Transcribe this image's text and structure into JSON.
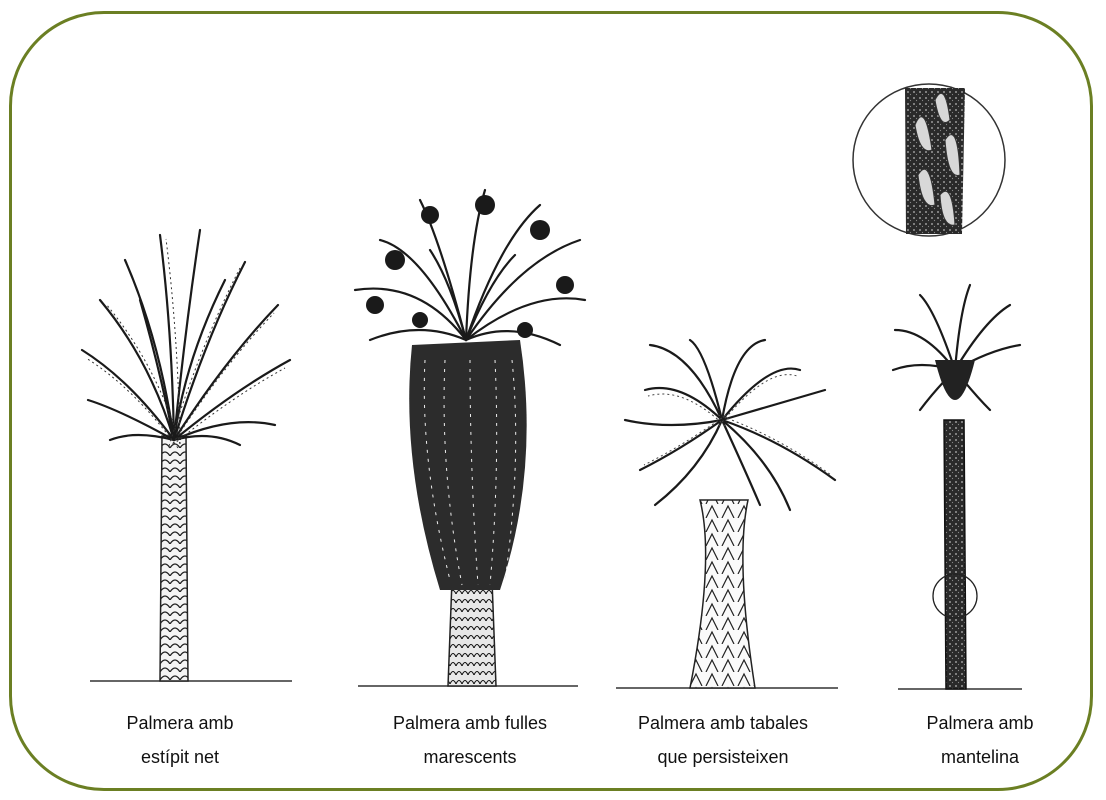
{
  "palms": [
    {
      "line1": "Palmera amb",
      "line2": "estípit net"
    },
    {
      "line1": "Palmera amb fulles",
      "line2": "marescents"
    },
    {
      "line1": "Palmera amb tabales",
      "line2": "que persisteixen"
    },
    {
      "line1": "Palmera amb",
      "line2": "mantelina"
    }
  ],
  "colors": {
    "frame": "#6b7f23",
    "ink": "#1a1a1a"
  },
  "icons": [
    "palm-clean-trunk-icon",
    "palm-dead-leaves-icon",
    "palm-persistent-leafbases-icon",
    "palm-mantle-icon",
    "trunk-detail-magnifier-icon"
  ]
}
